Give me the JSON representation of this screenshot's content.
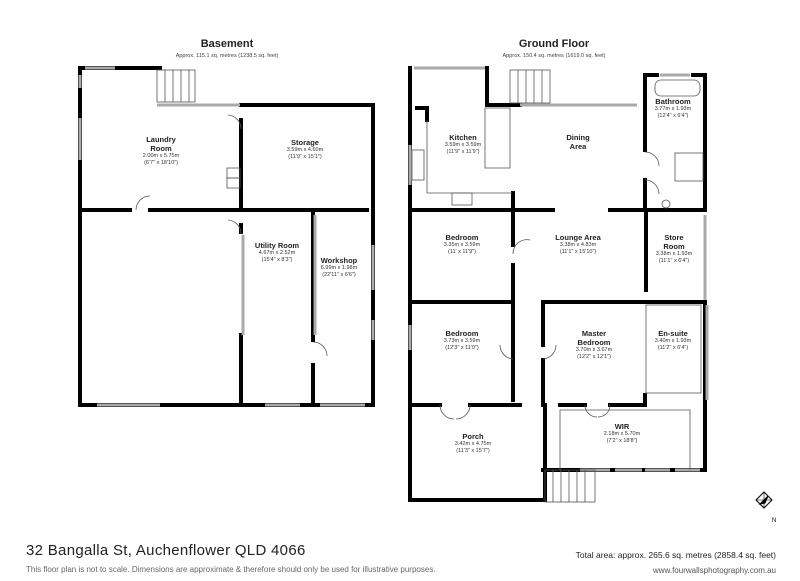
{
  "floors": [
    {
      "title": "Basement",
      "area": "Approx. 115.1 sq. metres (1238.5 sq. feet)"
    },
    {
      "title": "Ground Floor",
      "area": "Approx. 150.4 sq. metres (1619.0 sq. feet)"
    }
  ],
  "basement_rooms": [
    {
      "name": "Laundry Room",
      "dims": "2.00m x 5.75m",
      "imperial": "(6'7\" x 18'10\")"
    },
    {
      "name": "Storage",
      "dims": "3.59m x 4.60m",
      "imperial": "(11'9\" x 15'1\")"
    },
    {
      "name": "Utility Room",
      "dims": "4.67m x 2.52m",
      "imperial": "(15'4\" x 8'3\")"
    },
    {
      "name": "Workshop",
      "dims": "6.99m x 1.98m",
      "imperial": "(22'11\" x 6'6\")"
    }
  ],
  "ground_rooms": [
    {
      "name": "Kitchen",
      "dims": "3.59m x 3.59m",
      "imperial": "(11'9\" x 11'9\")"
    },
    {
      "name": "Dining Area",
      "dims": "",
      "imperial": ""
    },
    {
      "name": "Bathroom",
      "dims": "3.77m x 1.93m",
      "imperial": "(12'4\" x 6'4\")"
    },
    {
      "name": "Bedroom",
      "dims": "3.35m x 3.59m",
      "imperial": "(11' x 11'9\")"
    },
    {
      "name": "Lounge Area",
      "dims": "3.38m x 4.83m",
      "imperial": "(11'1\" x 15'10\")"
    },
    {
      "name": "Store Room",
      "dims": "3.38m x 1.93m",
      "imperial": "(11'1\" x 6'4\")"
    },
    {
      "name": "Bedroom",
      "dims": "3.73m x 3.59m",
      "imperial": "(12'3\" x 11'9\")"
    },
    {
      "name": "Master Bedroom",
      "dims": "3.70m x 3.67m",
      "imperial": "(12'2\" x 12'1\")"
    },
    {
      "name": "En-suite",
      "dims": "3.40m x 1.93m",
      "imperial": "(11'2\" x 6'4\")"
    },
    {
      "name": "Porch",
      "dims": "3.42m x 4.75m",
      "imperial": "(11'3\" x 15'7\")"
    },
    {
      "name": "WIR",
      "dims": "2.18m x 5.70m",
      "imperial": "(7'2\" x 18'8\")"
    }
  ],
  "footer": {
    "address": "32 Bangalla St, Auchenflower QLD 4066",
    "disclaimer": "This floor plan is not to scale. Dimensions are approximate & therefore should only be used for illustrative purposes.",
    "total_area": "Total area: approx. 265.6 sq. metres (2858.4 sq. feet)",
    "website": "www.fourwallsphotography.com.au"
  },
  "icons": {
    "compass": "compass-icon"
  }
}
